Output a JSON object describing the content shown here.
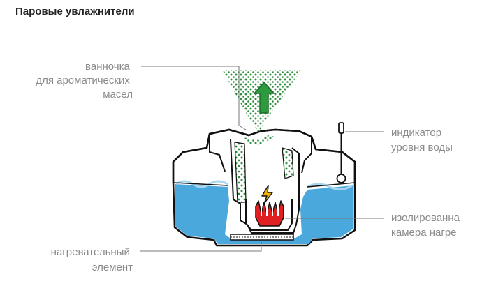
{
  "title": "Паровые увлажнители",
  "labels": {
    "aroma_tray": [
      "ванночка",
      "для ароматических",
      "масел"
    ],
    "water_indicator": [
      "индикатор",
      "уровня воды"
    ],
    "isolated_chamber": [
      "изолированна",
      "камера нагре"
    ],
    "heating_element": [
      "нагревательный",
      "элемент"
    ]
  },
  "colors": {
    "water": "#4aa8dc",
    "water_light": "#a6d6f2",
    "steam": "#2e8f3e",
    "arrow": "#2e9a3e",
    "heater": "#e02020",
    "bolt": "#f2b500",
    "outline": "#111111",
    "label": "#8a8a8a"
  },
  "icons": {
    "arrow": "up-arrow-icon",
    "bolt": "lightning-bolt-icon"
  }
}
